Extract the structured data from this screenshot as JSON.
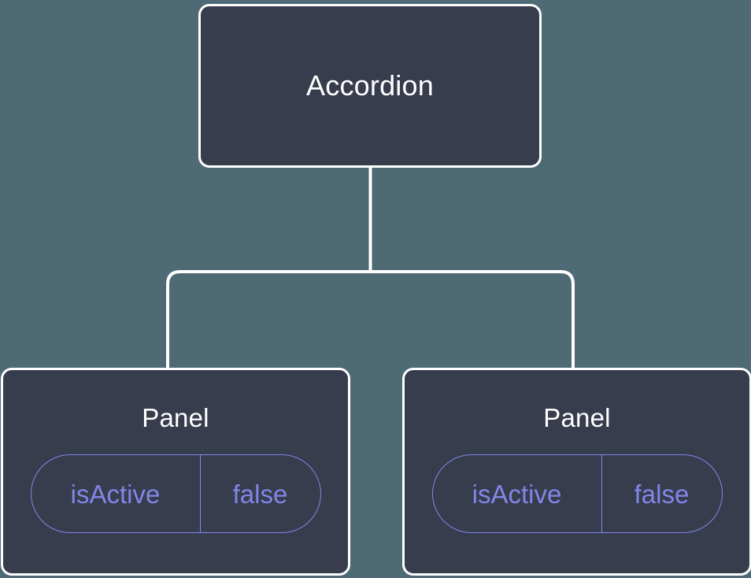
{
  "diagram": {
    "type": "component-tree",
    "background_color": "#4d6a75",
    "node_fill": "#373d4d",
    "node_border_color": "#ffffff",
    "edge_color": "#ffffff",
    "accent_color": "#8186e8",
    "root": {
      "title": "Accordion"
    },
    "children": [
      {
        "title": "Panel",
        "state": {
          "key": "isActive",
          "value": "false"
        }
      },
      {
        "title": "Panel",
        "state": {
          "key": "isActive",
          "value": "false"
        }
      }
    ]
  }
}
